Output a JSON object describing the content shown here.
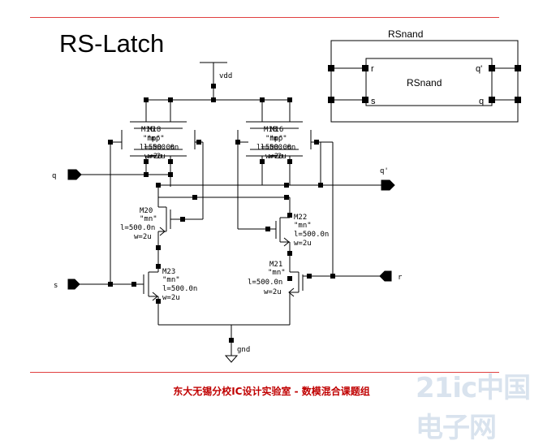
{
  "title": "RS-Latch",
  "footer": "东大无锡分校IC设计实验室 - 数模混合课题组",
  "watermark": "21ic中国电子网",
  "symbol": {
    "name": "RSnand",
    "pins": {
      "r": "r",
      "s": "s",
      "q_bar": "q'",
      "q": "q"
    }
  },
  "nets": {
    "vdd": "vdd",
    "gnd": "gnd",
    "q": "q",
    "q_bar": "q'",
    "s": "s",
    "r": "r"
  },
  "transistors": {
    "m16": {
      "name": "M16",
      "model": "\"mp\"",
      "l": "l=500.0n",
      "w": "w=2u"
    },
    "m18": {
      "name": "M18",
      "model": "\"mp\"",
      "l": "l=500.0n",
      "w": "w=2u"
    },
    "m20": {
      "name": "M20",
      "model": "\"mn\"",
      "l": "l=500.0n",
      "w": "w=2u"
    },
    "m22": {
      "name": "M22",
      "model": "\"mn\"",
      "l": "l=500.0n",
      "w": "w=2u"
    },
    "m23": {
      "name": "M23",
      "model": "\"mn\"",
      "l": "l=500.0n",
      "w": "w=2u"
    },
    "m21": {
      "name": "M21",
      "model": "\"mn\"",
      "l": "l=500.0n",
      "w": "w=2u"
    }
  }
}
